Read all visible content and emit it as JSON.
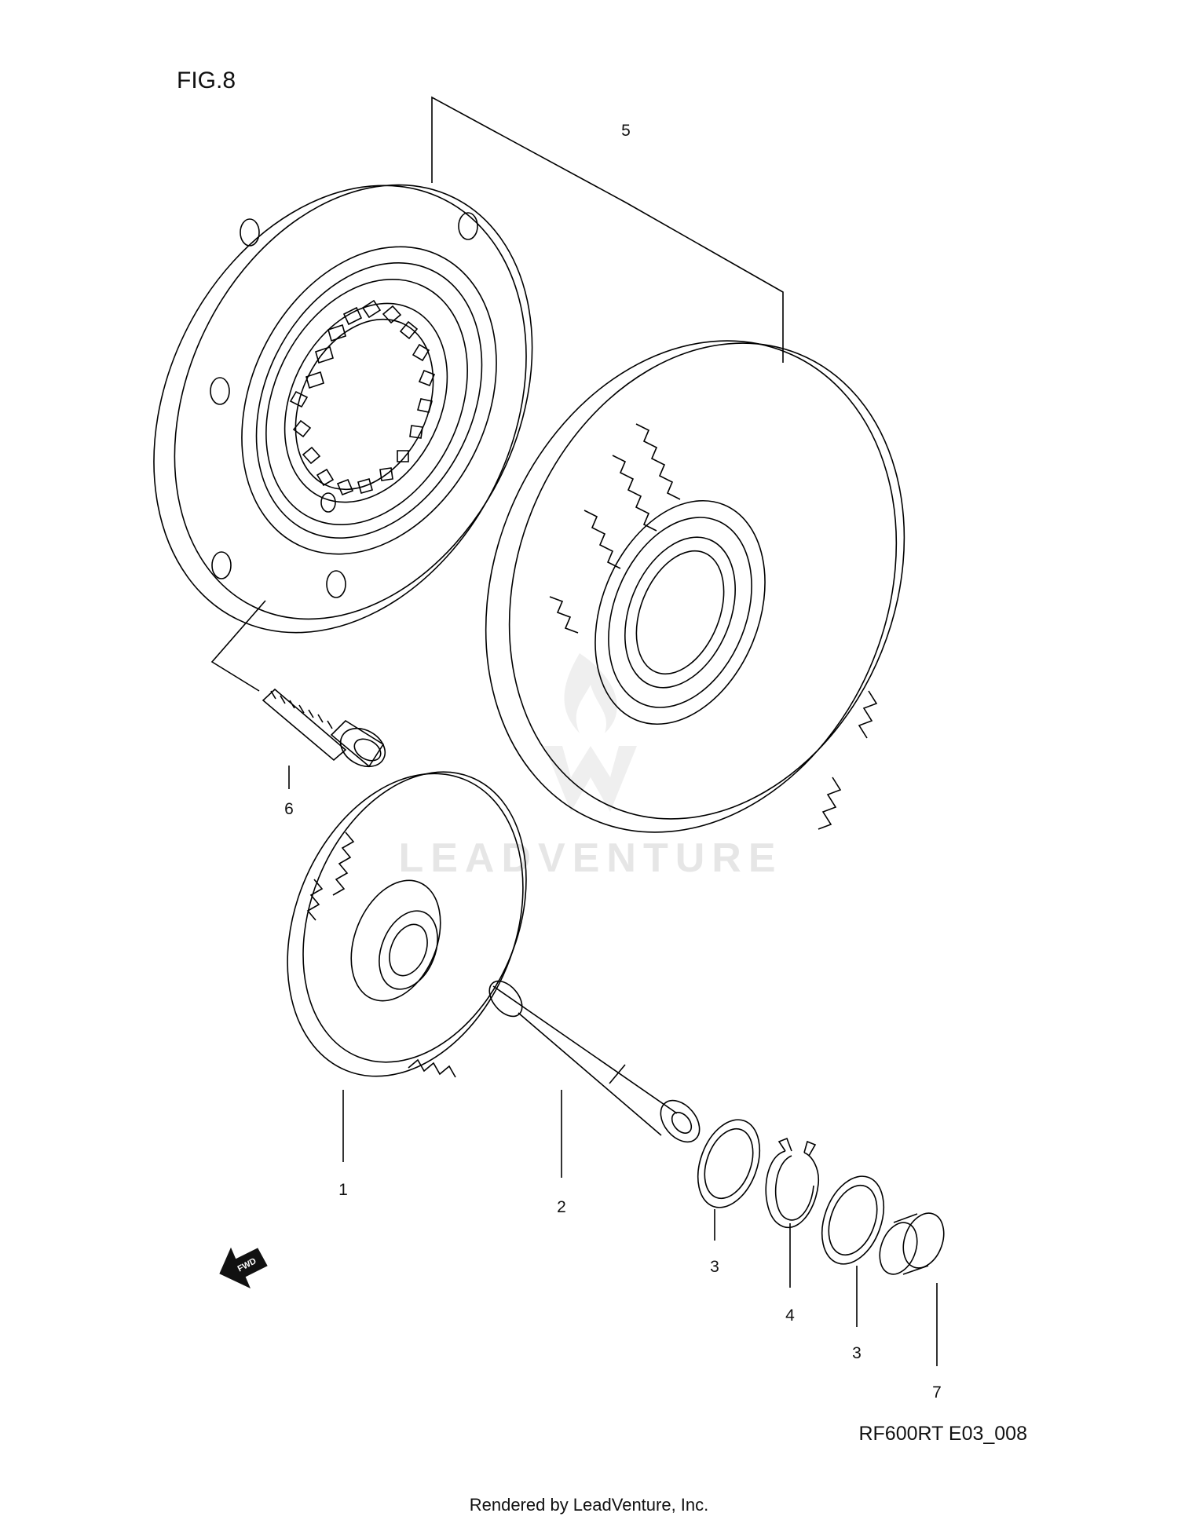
{
  "figure": {
    "title": "FIG.8",
    "drawing_code": "RF600RT E03_008"
  },
  "callouts": [
    "5",
    "6",
    "1",
    "2",
    "3",
    "4",
    "3",
    "7"
  ],
  "fwd_badge": "FWD",
  "watermark": "LEADVENTURE",
  "footer": {
    "credit": "Rendered by LeadVenture, Inc."
  },
  "parts": [
    {
      "ref": "1",
      "icon": "driven-gear-icon"
    },
    {
      "ref": "2",
      "icon": "shaft-icon"
    },
    {
      "ref": "3",
      "icon": "washer-icon"
    },
    {
      "ref": "4",
      "icon": "circlip-icon"
    },
    {
      "ref": "5",
      "icon": "starter-clutch-gear-assembly-icon"
    },
    {
      "ref": "6",
      "icon": "bolt-icon"
    },
    {
      "ref": "7",
      "icon": "cap-icon"
    }
  ]
}
